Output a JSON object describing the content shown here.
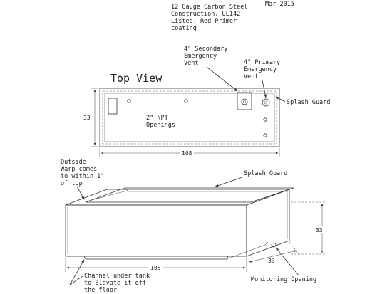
{
  "notes": {
    "spec_lines": [
      "12 Gauge Carbon Steel",
      "Construction, UL142",
      "Listed, Red Primer",
      "coating"
    ],
    "date": "Mar 2015"
  },
  "top_view": {
    "title": "Top View",
    "secondary_vent": [
      "4\" Secondary",
      "Emergency",
      "Vent"
    ],
    "primary_vent": [
      "4\" Primary",
      "Emergency",
      "Vent"
    ],
    "splash_guard": "Splash Guard",
    "openings": [
      "2\" NPT",
      "Openings"
    ],
    "dim_height": "33",
    "dim_width": "108"
  },
  "side_view": {
    "outside_warp": [
      "Outside",
      "Warp comes",
      "to within 1\"",
      "of top"
    ],
    "splash_guard": "Splash Guard",
    "dim_height": "33",
    "dim_depth": "33",
    "dim_length": "108",
    "channel_note": [
      "Channel under tank",
      "to Elevate it off",
      "the floor"
    ],
    "monitoring": "Monitoring Opening"
  }
}
